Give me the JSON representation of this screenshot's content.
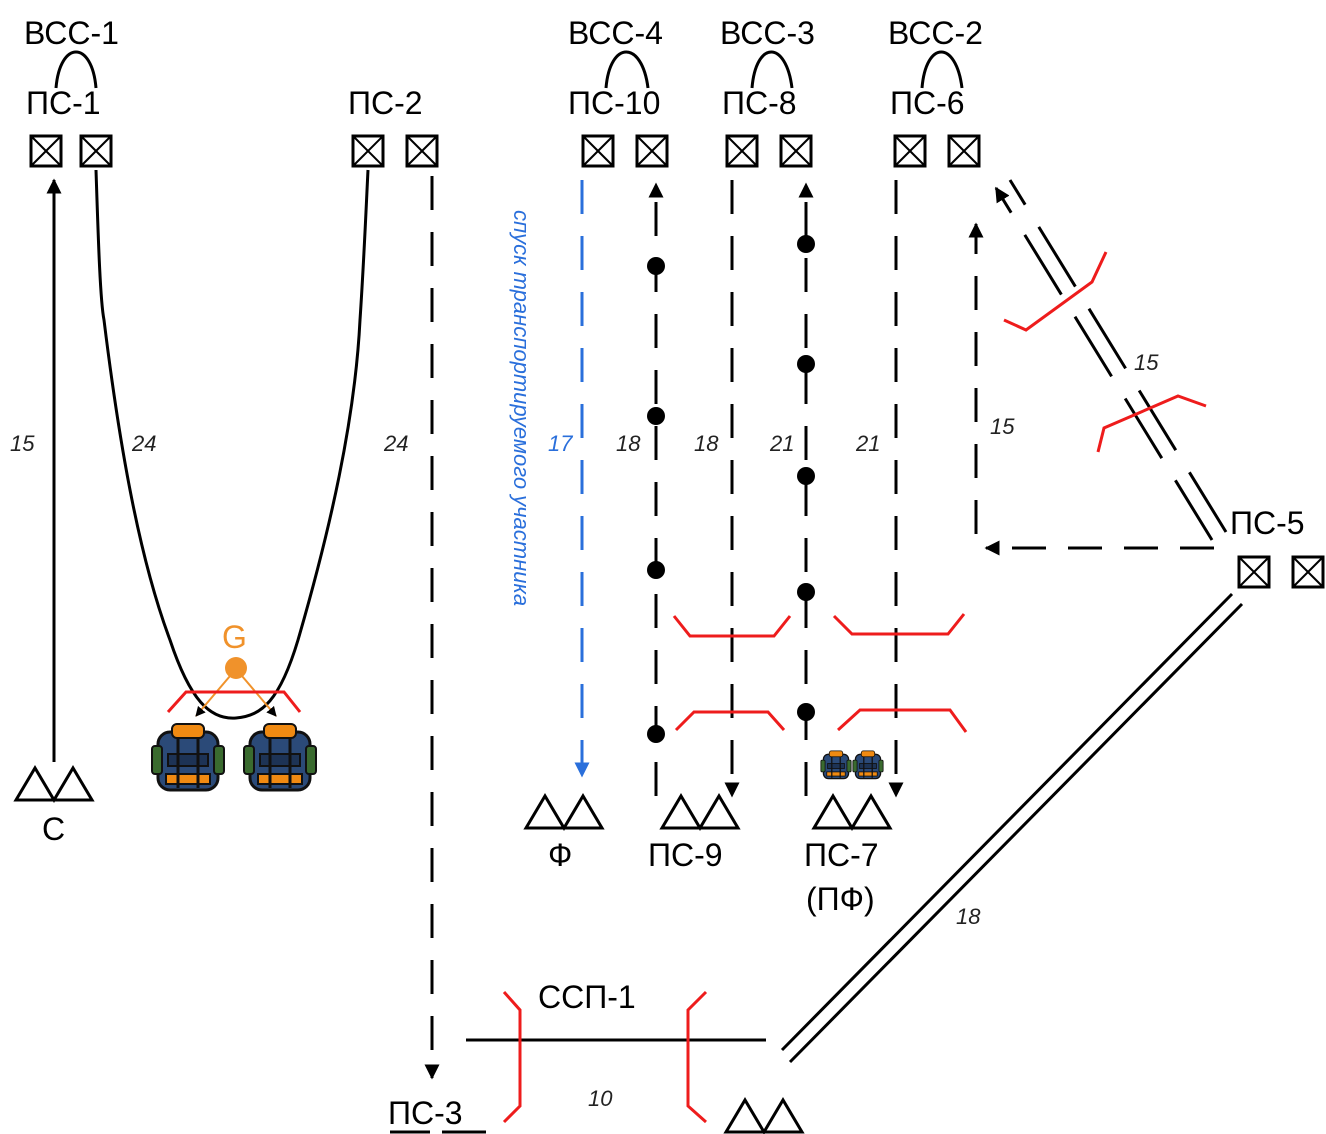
{
  "labels": {
    "vss1": "ВСС-1",
    "vss4": "ВСС-4",
    "vss3": "ВСС-3",
    "vss2": "ВСС-2",
    "ps1": "ПС-1",
    "ps2": "ПС-2",
    "ps10": "ПС-10",
    "ps8": "ПС-8",
    "ps6": "ПС-6",
    "ps5": "ПС-5",
    "ps9": "ПС-9",
    "ps7": "ПС-7",
    "ps7sub": "(ПФ)",
    "ps3": "ПС-3",
    "ssp1": "ССП-1",
    "start": "С",
    "finish": "Ф",
    "g": "G",
    "descent": "спуск транспортируемого участника"
  },
  "distances": {
    "d15_left": "15",
    "d24_a": "24",
    "d24_b": "24",
    "d17": "17",
    "d18_a": "18",
    "d18_b": "18",
    "d21_a": "21",
    "d21_b": "21",
    "d15_mid": "15",
    "d15_right": "15",
    "d18_diag": "18",
    "d10": "10"
  },
  "colors": {
    "rope": "#000000",
    "protection": "#ee1c1c",
    "transport": "#2a6fdb",
    "load": "#f0922b"
  }
}
